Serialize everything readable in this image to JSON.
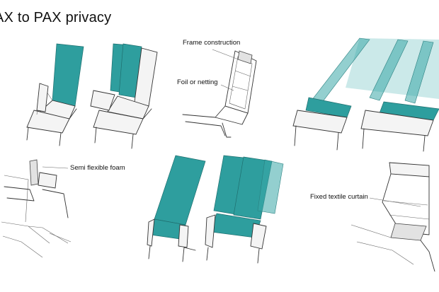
{
  "slide": {
    "title": "AX to PAX privacy"
  },
  "annotations": {
    "frame_construction": "Frame construction",
    "foil_or_netting": "Foil or netting",
    "semi_flexible_foam": "Semi flexible foam",
    "fixed_textile_curtain": "Fixed textile curtain"
  },
  "colors": {
    "accent_teal": "#2e9e9e",
    "line": "#333333",
    "background": "#ffffff"
  }
}
